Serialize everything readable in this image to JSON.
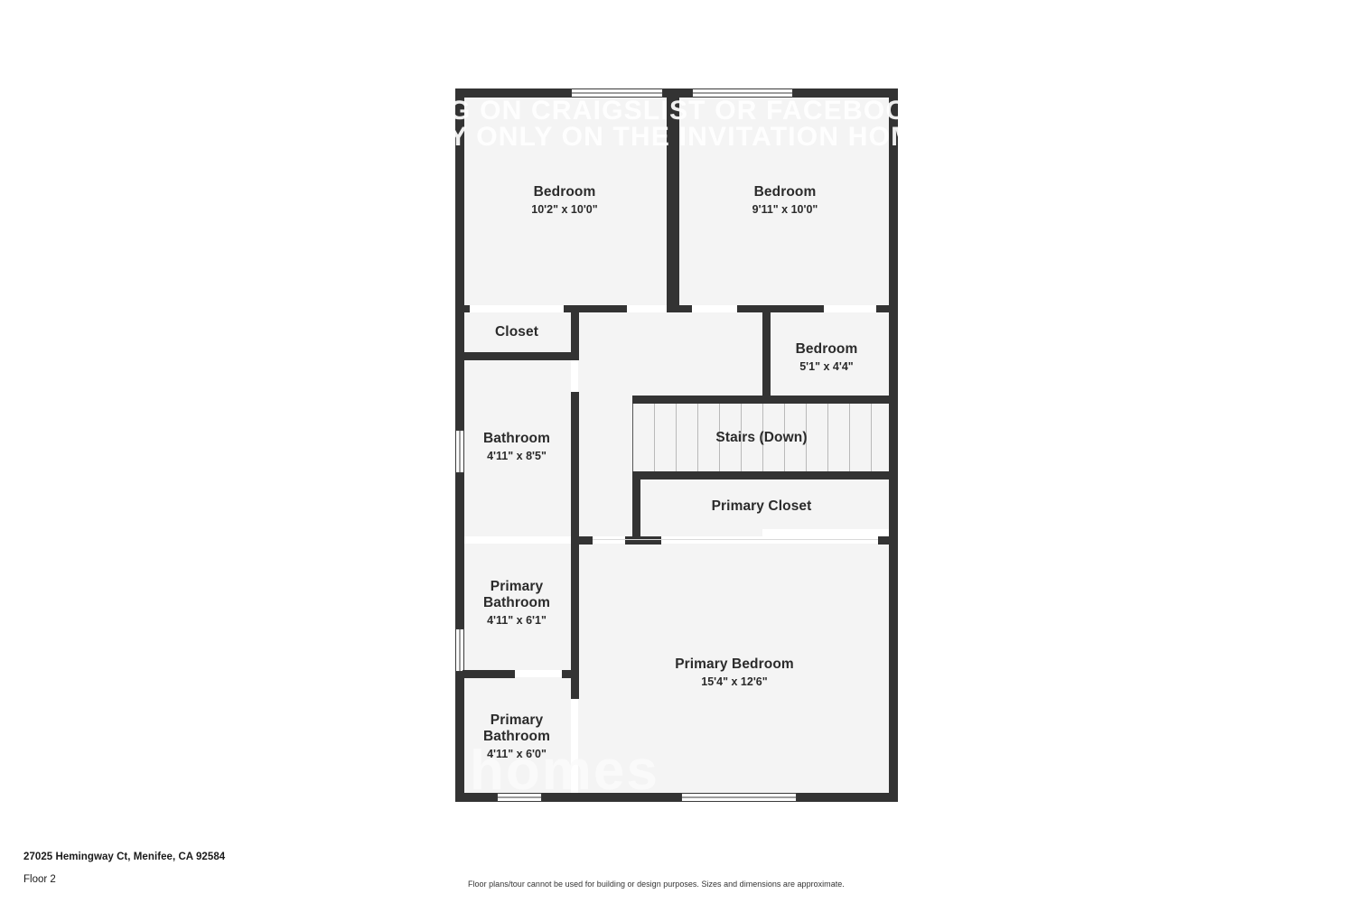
{
  "document": {
    "address": "27025 Hemingway Ct, Menifee, CA 92584",
    "floor_label": "Floor 2",
    "disclaimer": "Floor plans/tour cannot be used for building or design purposes. Sizes and dimensions are approximate."
  },
  "watermark": {
    "line1": "G ON CRAIGSLIST OR FACEBOOK MARK",
    "line2": "Y ONLY ON THE INVITATION HOMES WEB",
    "brand": "homes"
  },
  "colors": {
    "wall": "#333333",
    "room_fill": "#f4f4f4",
    "text": "#2b2b2b",
    "page_background": "#ffffff"
  },
  "rooms": [
    {
      "id": "bedroom_front_left",
      "name": "Bedroom",
      "dimensions": "10'2\" x 10'0\""
    },
    {
      "id": "bedroom_front_right",
      "name": "Bedroom",
      "dimensions": "9'11\" x 10'0\""
    },
    {
      "id": "closet",
      "name": "Closet",
      "dimensions": ""
    },
    {
      "id": "bedroom_small",
      "name": "Bedroom",
      "dimensions": "5'1\" x 4'4\""
    },
    {
      "id": "bathroom",
      "name": "Bathroom",
      "dimensions": "4'11\" x 8'5\""
    },
    {
      "id": "stairs",
      "name": "Stairs (Down)",
      "dimensions": ""
    },
    {
      "id": "primary_closet",
      "name": "Primary Closet",
      "dimensions": ""
    },
    {
      "id": "primary_bathroom_upper",
      "name": "Primary Bathroom",
      "dimensions": "4'11\" x 6'1\""
    },
    {
      "id": "primary_bathroom_lower",
      "name": "Primary Bathroom",
      "dimensions": "4'11\" x 6'0\""
    },
    {
      "id": "primary_bedroom",
      "name": "Primary Bedroom",
      "dimensions": "15'4\" x 12'6\""
    }
  ]
}
